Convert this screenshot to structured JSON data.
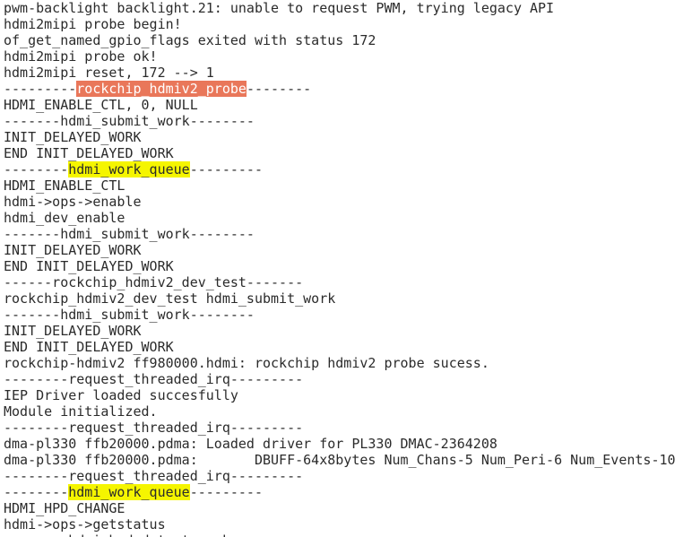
{
  "lines": [
    {
      "pre": "pwm-backlight backlight.21: unable to request PWM, trying legacy API"
    },
    {
      "pre": "hdmi2mipi probe begin!"
    },
    {
      "pre": "of_get_named_gpio_flags exited with status 172"
    },
    {
      "pre": "hdmi2mipi probe ok!"
    },
    {
      "pre": "hdmi2mipi reset, 172 --> 1"
    },
    {
      "pre": "---------",
      "hl": "rockchip_hdmiv2_probe",
      "hl_color": "#e9775a",
      "post": "--------"
    },
    {
      "pre": "HDMI_ENABLE_CTL, 0, NULL"
    },
    {
      "pre": "-------hdmi_submit_work--------"
    },
    {
      "pre": "INIT_DELAYED_WORK"
    },
    {
      "pre": "END INIT_DELAYED_WORK"
    },
    {
      "pre": "--------",
      "hl": "hdmi_work_queue",
      "hl_color": "#f5f500",
      "post": "---------"
    },
    {
      "pre": "HDMI_ENABLE_CTL"
    },
    {
      "pre": "hdmi->ops->enable"
    },
    {
      "pre": "hdmi_dev_enable"
    },
    {
      "pre": "-------hdmi_submit_work--------"
    },
    {
      "pre": "INIT_DELAYED_WORK"
    },
    {
      "pre": "END INIT_DELAYED_WORK"
    },
    {
      "pre": "------rockchip_hdmiv2_dev_test-------"
    },
    {
      "pre": "rockchip_hdmiv2_dev_test hdmi_submit_work"
    },
    {
      "pre": "-------hdmi_submit_work--------"
    },
    {
      "pre": "INIT_DELAYED_WORK"
    },
    {
      "pre": "END INIT_DELAYED_WORK"
    },
    {
      "pre": "rockchip-hdmiv2 ff980000.hdmi: rockchip hdmiv2 probe sucess."
    },
    {
      "pre": "--------request_threaded_irq---------"
    },
    {
      "pre": "IEP Driver loaded succesfully"
    },
    {
      "pre": "Module initialized."
    },
    {
      "pre": "--------request_threaded_irq---------"
    },
    {
      "pre": "dma-pl330 ffb20000.pdma: Loaded driver for PL330 DMAC-2364208"
    },
    {
      "pre": "dma-pl330 ffb20000.pdma:       DBUFF-64x8bytes Num_Chans-5 Num_Peri-6 Num_Events-10"
    },
    {
      "pre": "--------request_threaded_irq---------"
    },
    {
      "pre": "--------",
      "hl": "hdmi_work_queue",
      "hl_color": "#f5f500",
      "post": "---------"
    },
    {
      "pre": "HDMI_HPD_CHANGE"
    },
    {
      "pre": "hdmi->ops->getstatus"
    },
    {
      "pre": "--------hdmi_hpd_detect_work-------"
    }
  ]
}
